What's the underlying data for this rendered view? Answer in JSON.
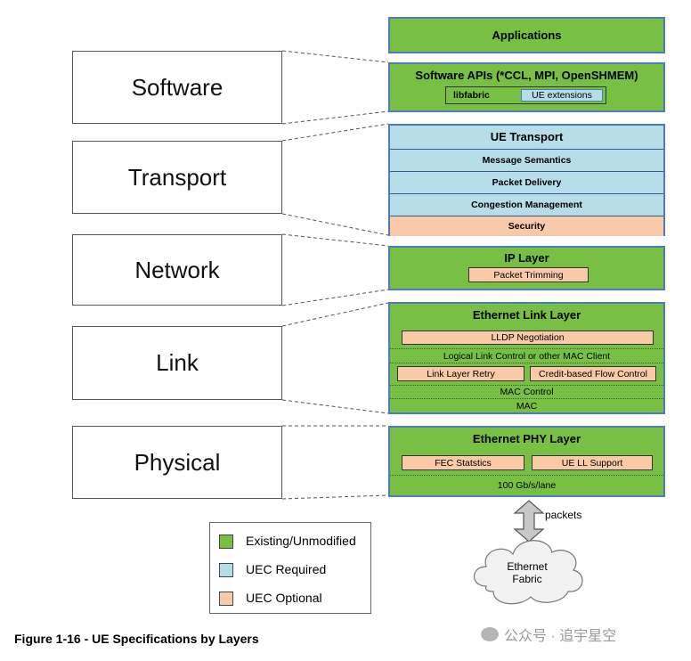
{
  "layers": [
    "Software",
    "Transport",
    "Network",
    "Link",
    "Physical"
  ],
  "applications": "Applications",
  "software": {
    "title": "Software APIs (*CCL, MPI, OpenSHMEM)",
    "libfabric": "libfabric",
    "ue_extensions": "UE extensions"
  },
  "transport": {
    "title": "UE Transport",
    "rows": [
      "Message Semantics",
      "Packet Delivery",
      "Congestion Management",
      "Security"
    ]
  },
  "ip": {
    "title": "IP Layer",
    "trimming": "Packet Trimming"
  },
  "ethernet_link": {
    "title": "Ethernet Link Layer",
    "lldp": "LLDP Negotiation",
    "llc": "Logical Link Control or other MAC Client",
    "retry": "Link Layer Retry",
    "cbfc": "Credit-based Flow Control",
    "mac_control": "MAC Control",
    "mac": "MAC"
  },
  "phy": {
    "title": "Ethernet PHY Layer",
    "fec": "FEC Statstics",
    "ll_support": "UE LL Support",
    "lane": "100 Gb/s/lane"
  },
  "packets_label": "packets",
  "cloud_label": [
    "Ethernet",
    "Fabric"
  ],
  "legend": [
    {
      "label": "Existing/Unmodified",
      "color": "#77c043"
    },
    {
      "label": "UEC Required",
      "color": "#b6dde8"
    },
    {
      "label": "UEC Optional",
      "color": "#fac9a7"
    }
  ],
  "caption": "Figure 1-16 - UE Specifications by Layers",
  "watermark": "公众号 · 追宇星空"
}
